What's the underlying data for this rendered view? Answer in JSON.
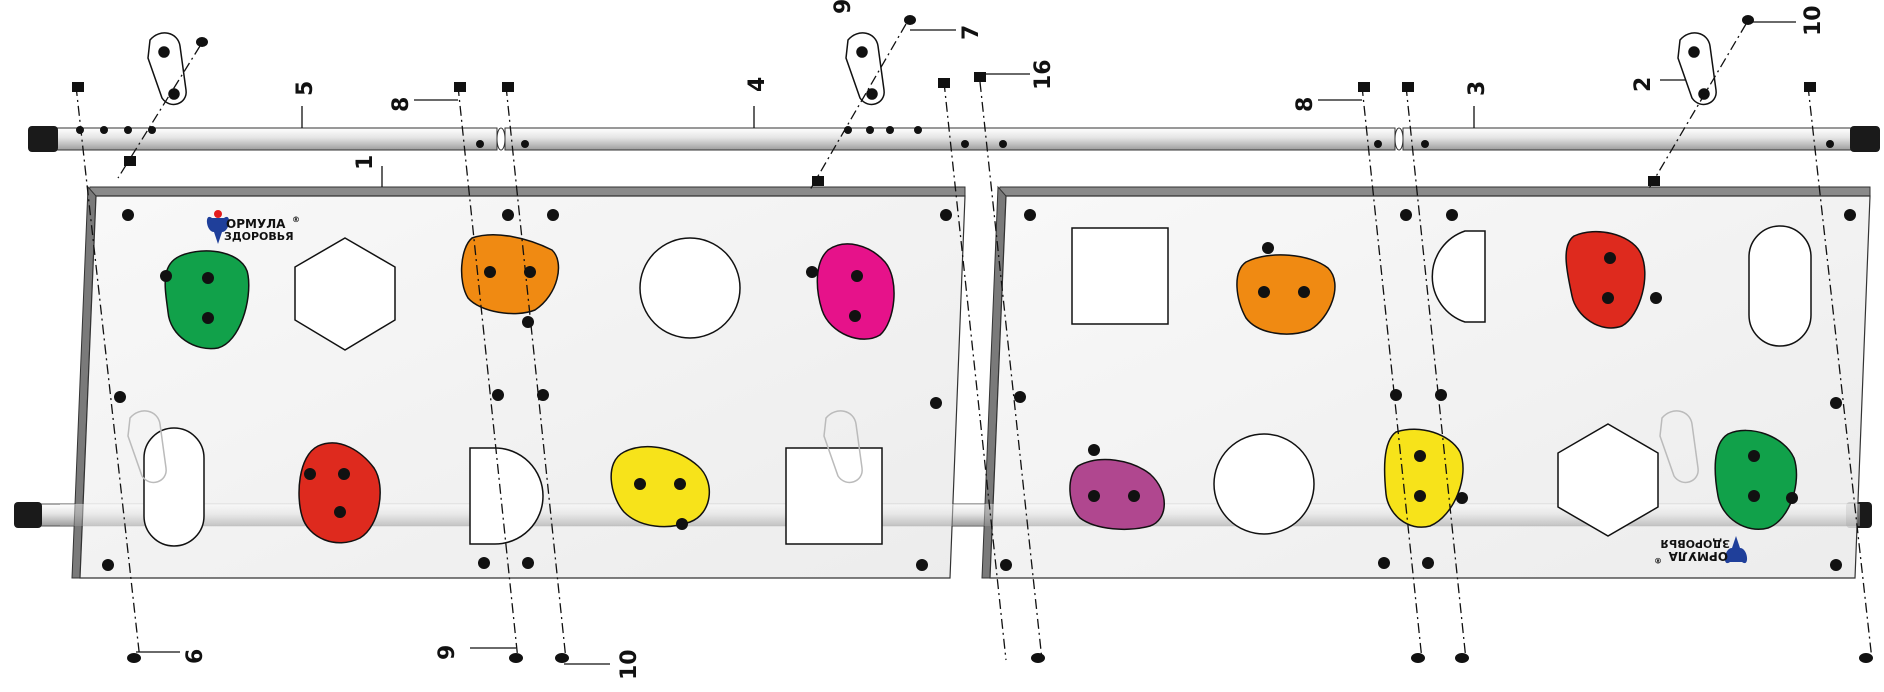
{
  "diagram": {
    "callouts": {
      "c1": "1",
      "c2": "2",
      "c3": "3",
      "c4": "4",
      "c5": "5",
      "c6": "6",
      "c7": "7",
      "c8a": "8",
      "c8b": "8",
      "c9a": "9",
      "c9b": "9",
      "c10a": "10",
      "c10b": "10",
      "c16": "16"
    },
    "logo": {
      "line1": "ОРМУЛА",
      "line2": "ЗДОРОВЬЯ",
      "mark": "®"
    },
    "colors": {
      "green": "#11a14a",
      "orange": "#f08a12",
      "magenta": "#e6128a",
      "red": "#de2a1e",
      "yellow": "#f7e31a",
      "purple": "#b0478f",
      "panel": "#f1f1f1",
      "tube": "#dcdcdc"
    }
  }
}
